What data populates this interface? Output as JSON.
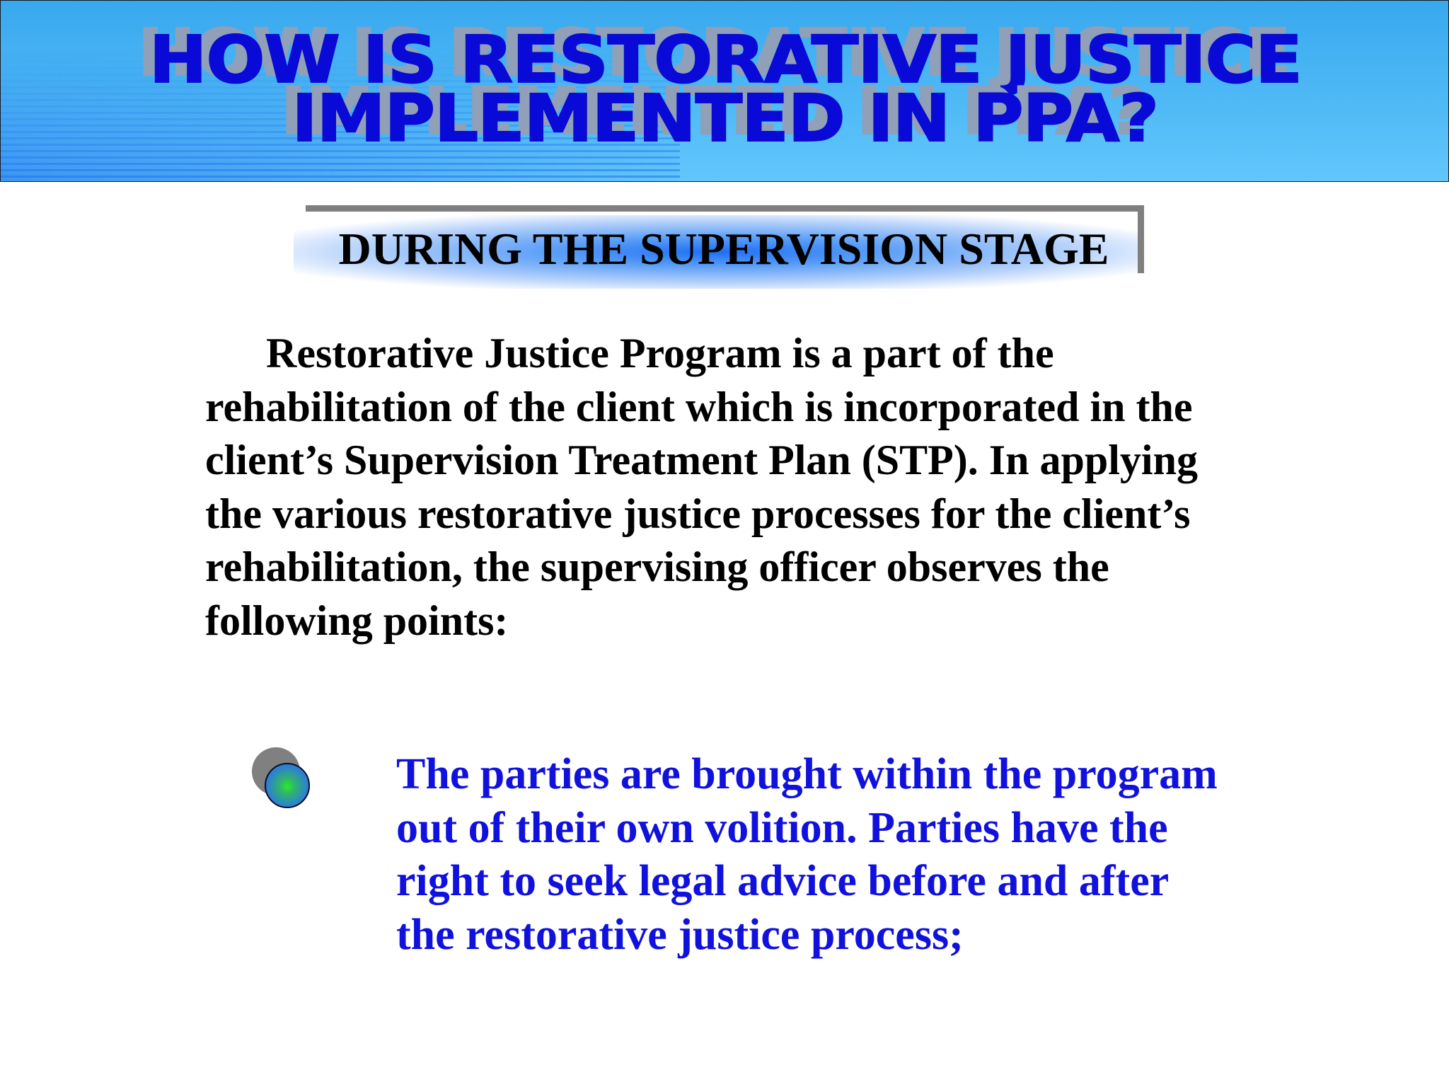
{
  "header": {
    "title_line_1": "HOW IS RESTORATIVE JUSTICE",
    "title_line_2": "IMPLEMENTED IN PPA?",
    "colors": {
      "background": "#4ab6f4",
      "title_text": "#0a0ad8",
      "title_shadow": "#8fa0b8"
    }
  },
  "section": {
    "heading": "DURING THE SUPERVISION STAGE",
    "heading_glow_color": "#1f6ff5"
  },
  "body": {
    "paragraph_lines": [
      "Restorative Justice Program is a part of the",
      "rehabilitation of the client which is incorporated in the",
      "client’s Supervision Treatment Plan (STP).  In applying",
      "the various restorative justice processes for the client’s",
      "rehabilitation, the supervising officer observes the",
      "following points:"
    ],
    "text_color": "#000000"
  },
  "points": [
    {
      "icon": "circle-bullet-icon",
      "lines": [
        "The parties are brought within the program",
        "out of their own volition. Parties have the",
        "right to seek legal advice before and after",
        "the restorative justice process;"
      ],
      "text_color": "#1111dd"
    }
  ]
}
